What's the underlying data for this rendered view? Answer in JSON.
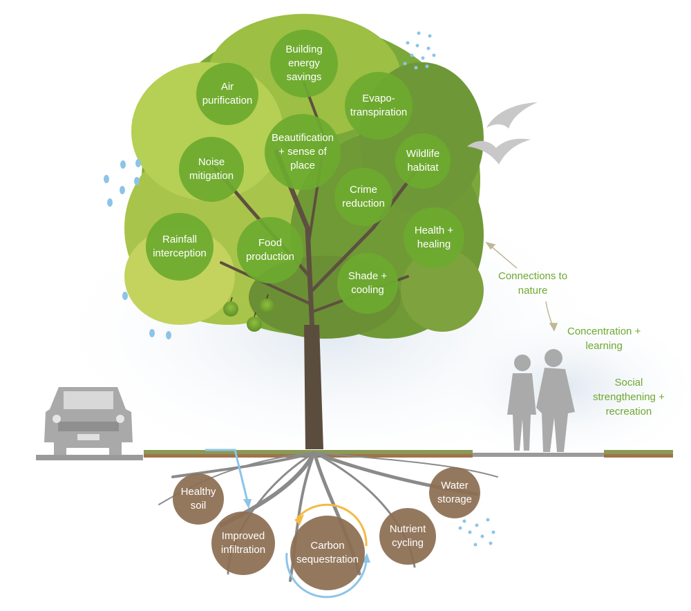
{
  "canopy_benefits": [
    {
      "id": "air-purification",
      "label": "Air\npurification"
    },
    {
      "id": "building-energy-savings",
      "label": "Building\nenergy\nsavings"
    },
    {
      "id": "evapotranspiration",
      "label": "Evapo-\ntranspiration"
    },
    {
      "id": "noise-mitigation",
      "label": "Noise\nmitigation"
    },
    {
      "id": "beautification",
      "label": "Beautification\n+ sense of\nplace"
    },
    {
      "id": "wildlife-habitat",
      "label": "Wildlife\nhabitat"
    },
    {
      "id": "crime-reduction",
      "label": "Crime\nreduction"
    },
    {
      "id": "rainfall-interception",
      "label": "Rainfall\ninterception"
    },
    {
      "id": "food-production",
      "label": "Food\nproduction"
    },
    {
      "id": "health-healing",
      "label": "Health +\nhealing"
    },
    {
      "id": "shade-cooling",
      "label": "Shade +\ncooling"
    }
  ],
  "soil_benefits": [
    {
      "id": "healthy-soil",
      "label": "Healthy\nsoil"
    },
    {
      "id": "improved-infiltration",
      "label": "Improved\ninfiltration"
    },
    {
      "id": "carbon-sequestration",
      "label": "Carbon\nsequestration"
    },
    {
      "id": "nutrient-cycling",
      "label": "Nutrient\ncycling"
    },
    {
      "id": "water-storage",
      "label": "Water\nstorage"
    }
  ],
  "people_benefits": [
    {
      "id": "connections-to-nature",
      "label": "Connections to\nnature"
    },
    {
      "id": "concentration-learning",
      "label": "Concentration +\nlearning"
    },
    {
      "id": "social-strengthening",
      "label": "Social\nstrengthening +\nrecreation"
    }
  ],
  "colors": {
    "canopy_bubble": "#6daa2f",
    "soil_bubble": "#8c6e52",
    "label_green": "#6ea830",
    "water_blue": "#8cc4e8",
    "cycle_orange": "#f5b942",
    "silhouette_gray": "#a9a9a9",
    "root_gray": "#8a8a8a"
  }
}
